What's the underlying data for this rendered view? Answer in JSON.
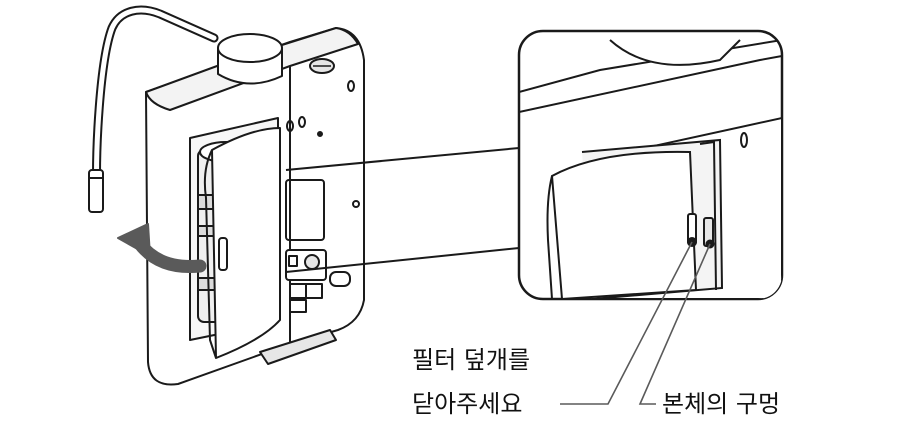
{
  "diagram": {
    "labels": {
      "close_cover_line1": "필터 덮개를",
      "close_cover_line2": "닫아주세요",
      "body_hole": "본체의 구멍"
    },
    "colors": {
      "line": "#1a1a1a",
      "body_fill": "#ffffff",
      "shade": "#e6e6e6",
      "dark_shade": "#bdbdbd",
      "arrow": "#5a5a5a"
    },
    "icons": [
      "water-purifier-unit",
      "rotate-arrow-icon",
      "zoom-callout",
      "leader-lines"
    ]
  }
}
